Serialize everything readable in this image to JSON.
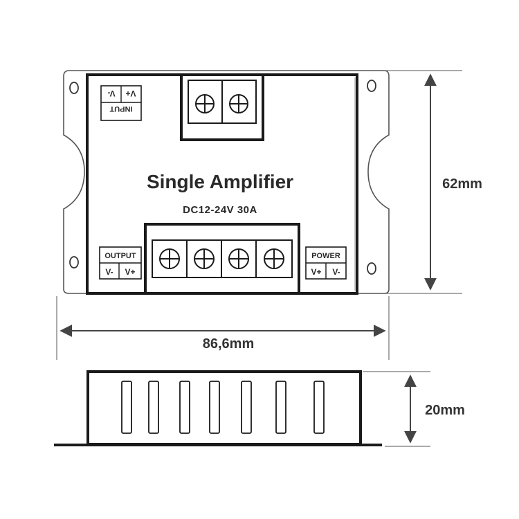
{
  "device": {
    "title": "Single Amplifier",
    "rating": "DC12-24V 30A"
  },
  "ports": {
    "input": {
      "label": "INPUT",
      "left": "V-",
      "right": "V+"
    },
    "output": {
      "label": "OUTPUT",
      "left": "V-",
      "right": "V+"
    },
    "power": {
      "label": "POWER",
      "left": "V+",
      "right": "V-"
    }
  },
  "dimensions": {
    "height": "62mm",
    "width": "86,6mm",
    "depth": "20mm"
  },
  "colors": {
    "outline": "#1a1a1a",
    "dimension": "#444444",
    "case_fill": "#ffffff"
  },
  "icons": {
    "screw": "screw-terminal-icon",
    "mount_hole": "mount-hole-icon",
    "arrow": "dimension-arrow-icon"
  }
}
